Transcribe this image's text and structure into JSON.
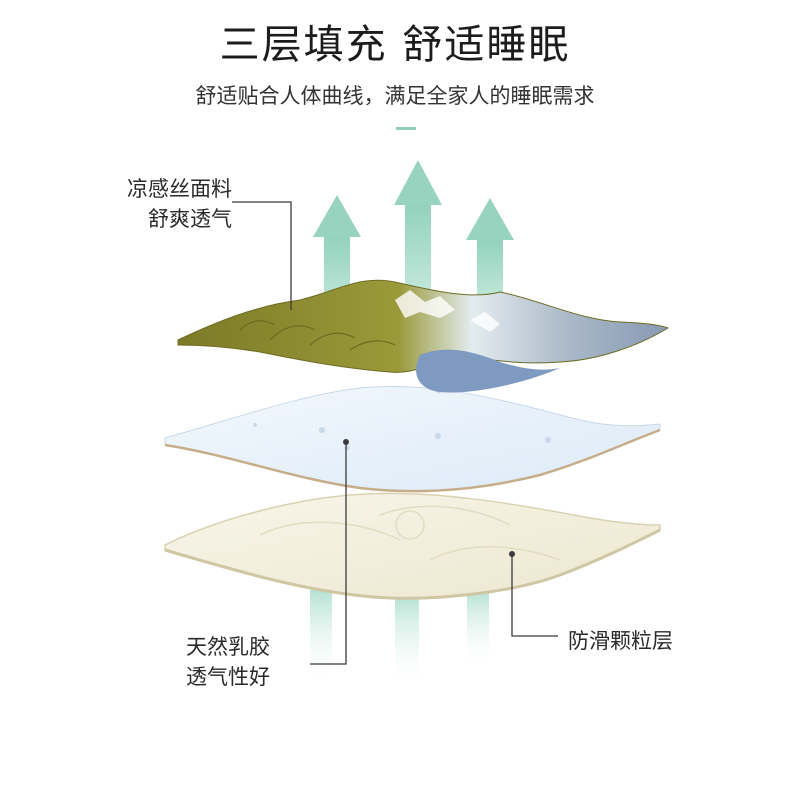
{
  "header": {
    "title": "三层填充 舒适睡眠",
    "subtitle": "舒适贴合人体曲线，满足全家人的睡眠需求"
  },
  "callouts": {
    "top_layer": {
      "line1": "凉感丝面料",
      "line2": "舒爽透气"
    },
    "middle_layer": {
      "line1": "天然乳胶",
      "line2": "透气性好"
    },
    "bottom_layer": {
      "line1": "防滑颗粒层"
    }
  },
  "colors": {
    "arrow": "#9ed6c3",
    "latex": "#e9f3fb",
    "fabric_olive": "#8a8a2c",
    "fabric_blue": "#8aa3c4",
    "bottom_layer": "#f4f1e2"
  }
}
